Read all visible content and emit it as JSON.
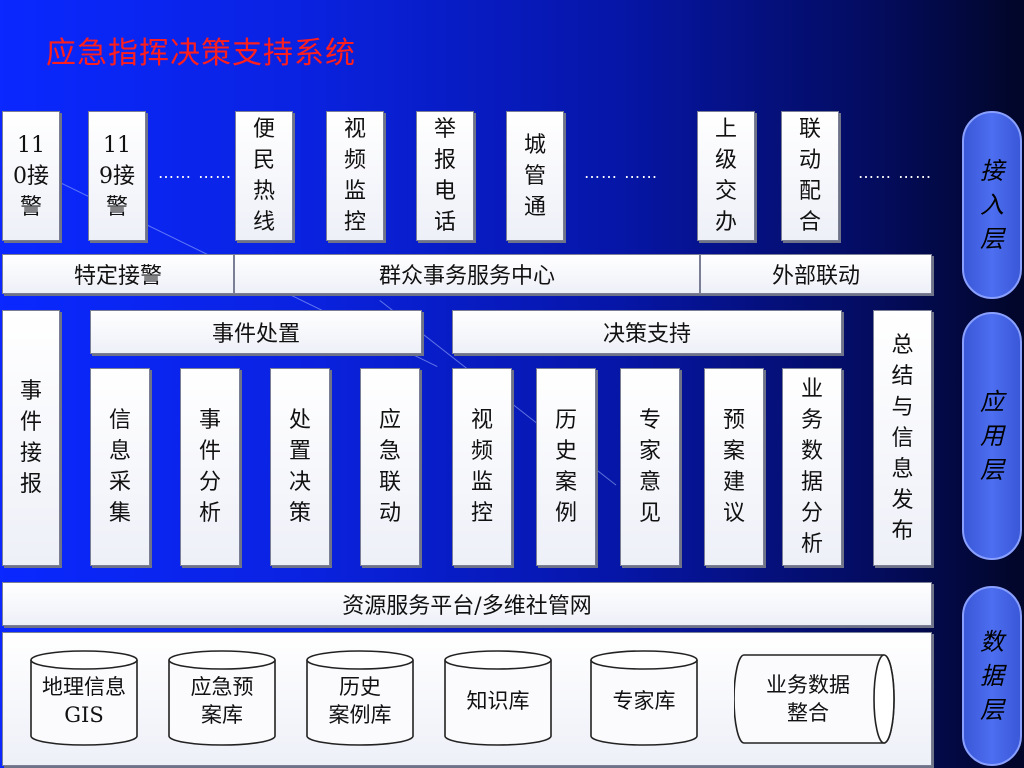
{
  "title": "应急指挥决策支持系统",
  "access_items": [
    "110接警",
    "119接警",
    "便民热线",
    "视频监控",
    "举报电话",
    "城管通",
    "上级交办",
    "联动配合"
  ],
  "dots": "…… ……",
  "access_groups": [
    "特定接警",
    "群众事务服务中心",
    "外部联动"
  ],
  "app": {
    "event_intake": "事件接报",
    "group_disposal": "事件处置",
    "group_decision": "决策支持",
    "summary": "总结与信息发布",
    "items": [
      "信息采集",
      "事件分析",
      "处置决策",
      "应急联动",
      "视频监控",
      "历史案例",
      "专家意见",
      "预案建议",
      "业务数据分析"
    ]
  },
  "platform": "资源服务平台/多维社管网",
  "databases": [
    {
      "line1": "地理信息",
      "line2": "GIS"
    },
    {
      "line1": "应急预",
      "line2": "案库"
    },
    {
      "line1": "历史",
      "line2": "案例库"
    },
    {
      "line1": "知识库",
      "line2": ""
    },
    {
      "line1": "专家库",
      "line2": ""
    },
    {
      "line1": "业务数据",
      "line2": "整合"
    }
  ],
  "layers": [
    "接入层",
    "应用层",
    "数据层"
  ]
}
